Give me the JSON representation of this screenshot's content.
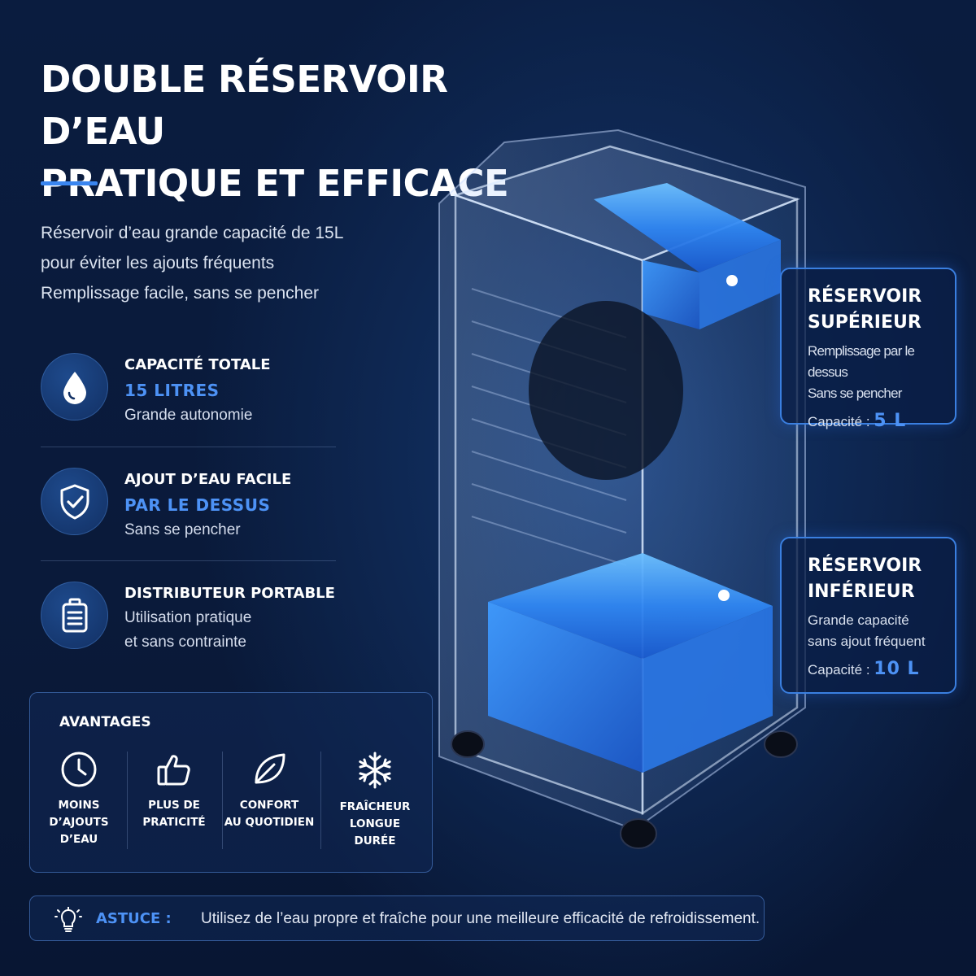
{
  "headline": {
    "line1": "DOUBLE RÉSERVOIR D’EAU",
    "line2": "PRATIQUE ET EFFICACE"
  },
  "intro": {
    "line1": "Réservoir d’eau grande capacité de 15L",
    "line2": "pour éviter les ajouts fréquents",
    "line3": "Remplissage facile, sans se pencher"
  },
  "features": [
    {
      "icon": "water-drop-icon",
      "heading": "CAPACITÉ TOTALE",
      "highlight": "15 LITRES",
      "sub": "Grande autonomie"
    },
    {
      "icon": "shield-check-icon",
      "heading": "AJOUT D’EAU FACILE",
      "highlight": "PAR LE DESSUS",
      "sub": "Sans se pencher"
    },
    {
      "icon": "water-tank-icon",
      "heading": "DISTRIBUTEUR PORTABLE",
      "sub1": "Utilisation pratique",
      "sub2": "et sans contrainte"
    }
  ],
  "advantages": {
    "title": "AVANTAGES",
    "items": [
      {
        "icon": "clock-icon",
        "l1": "MOINS",
        "l2": "D’AJOUTS",
        "l3": "D’EAU"
      },
      {
        "icon": "thumbs-up-icon",
        "l1": "PLUS DE",
        "l2": "PRATICITÉ"
      },
      {
        "icon": "leaf-icon",
        "l1": "CONFORT",
        "l2": "AU QUOTIDIEN"
      },
      {
        "icon": "snowflake-icon",
        "l1": "FRAÎCHEUR",
        "l2": "LONGUE DURÉE"
      }
    ]
  },
  "tip": {
    "icon": "lightbulb-icon",
    "label": "ASTUCE :",
    "text": "Utilisez de l’eau propre et fraîche pour une meilleure efficacité de refroidissement."
  },
  "callouts": {
    "upper": {
      "title1": "RÉSERVOIR",
      "title2": "SUPÉRIEUR",
      "sub1": "Remplissage par le dessus",
      "sub2": "Sans se pencher",
      "cap_label": "Capacité :",
      "cap_value": "5 L"
    },
    "lower": {
      "title1": "RÉSERVOIR",
      "title2": "INFÉRIEUR",
      "sub1": "Grande capacité",
      "sub2": "sans ajout fréquent",
      "cap_label": "Capacité :",
      "cap_value": "10 L"
    }
  },
  "colors": {
    "background": "#0a1c3f",
    "accent_blue": "#4d92f5",
    "border_blue": "#3a7fe0",
    "water": "#3a8fff"
  }
}
